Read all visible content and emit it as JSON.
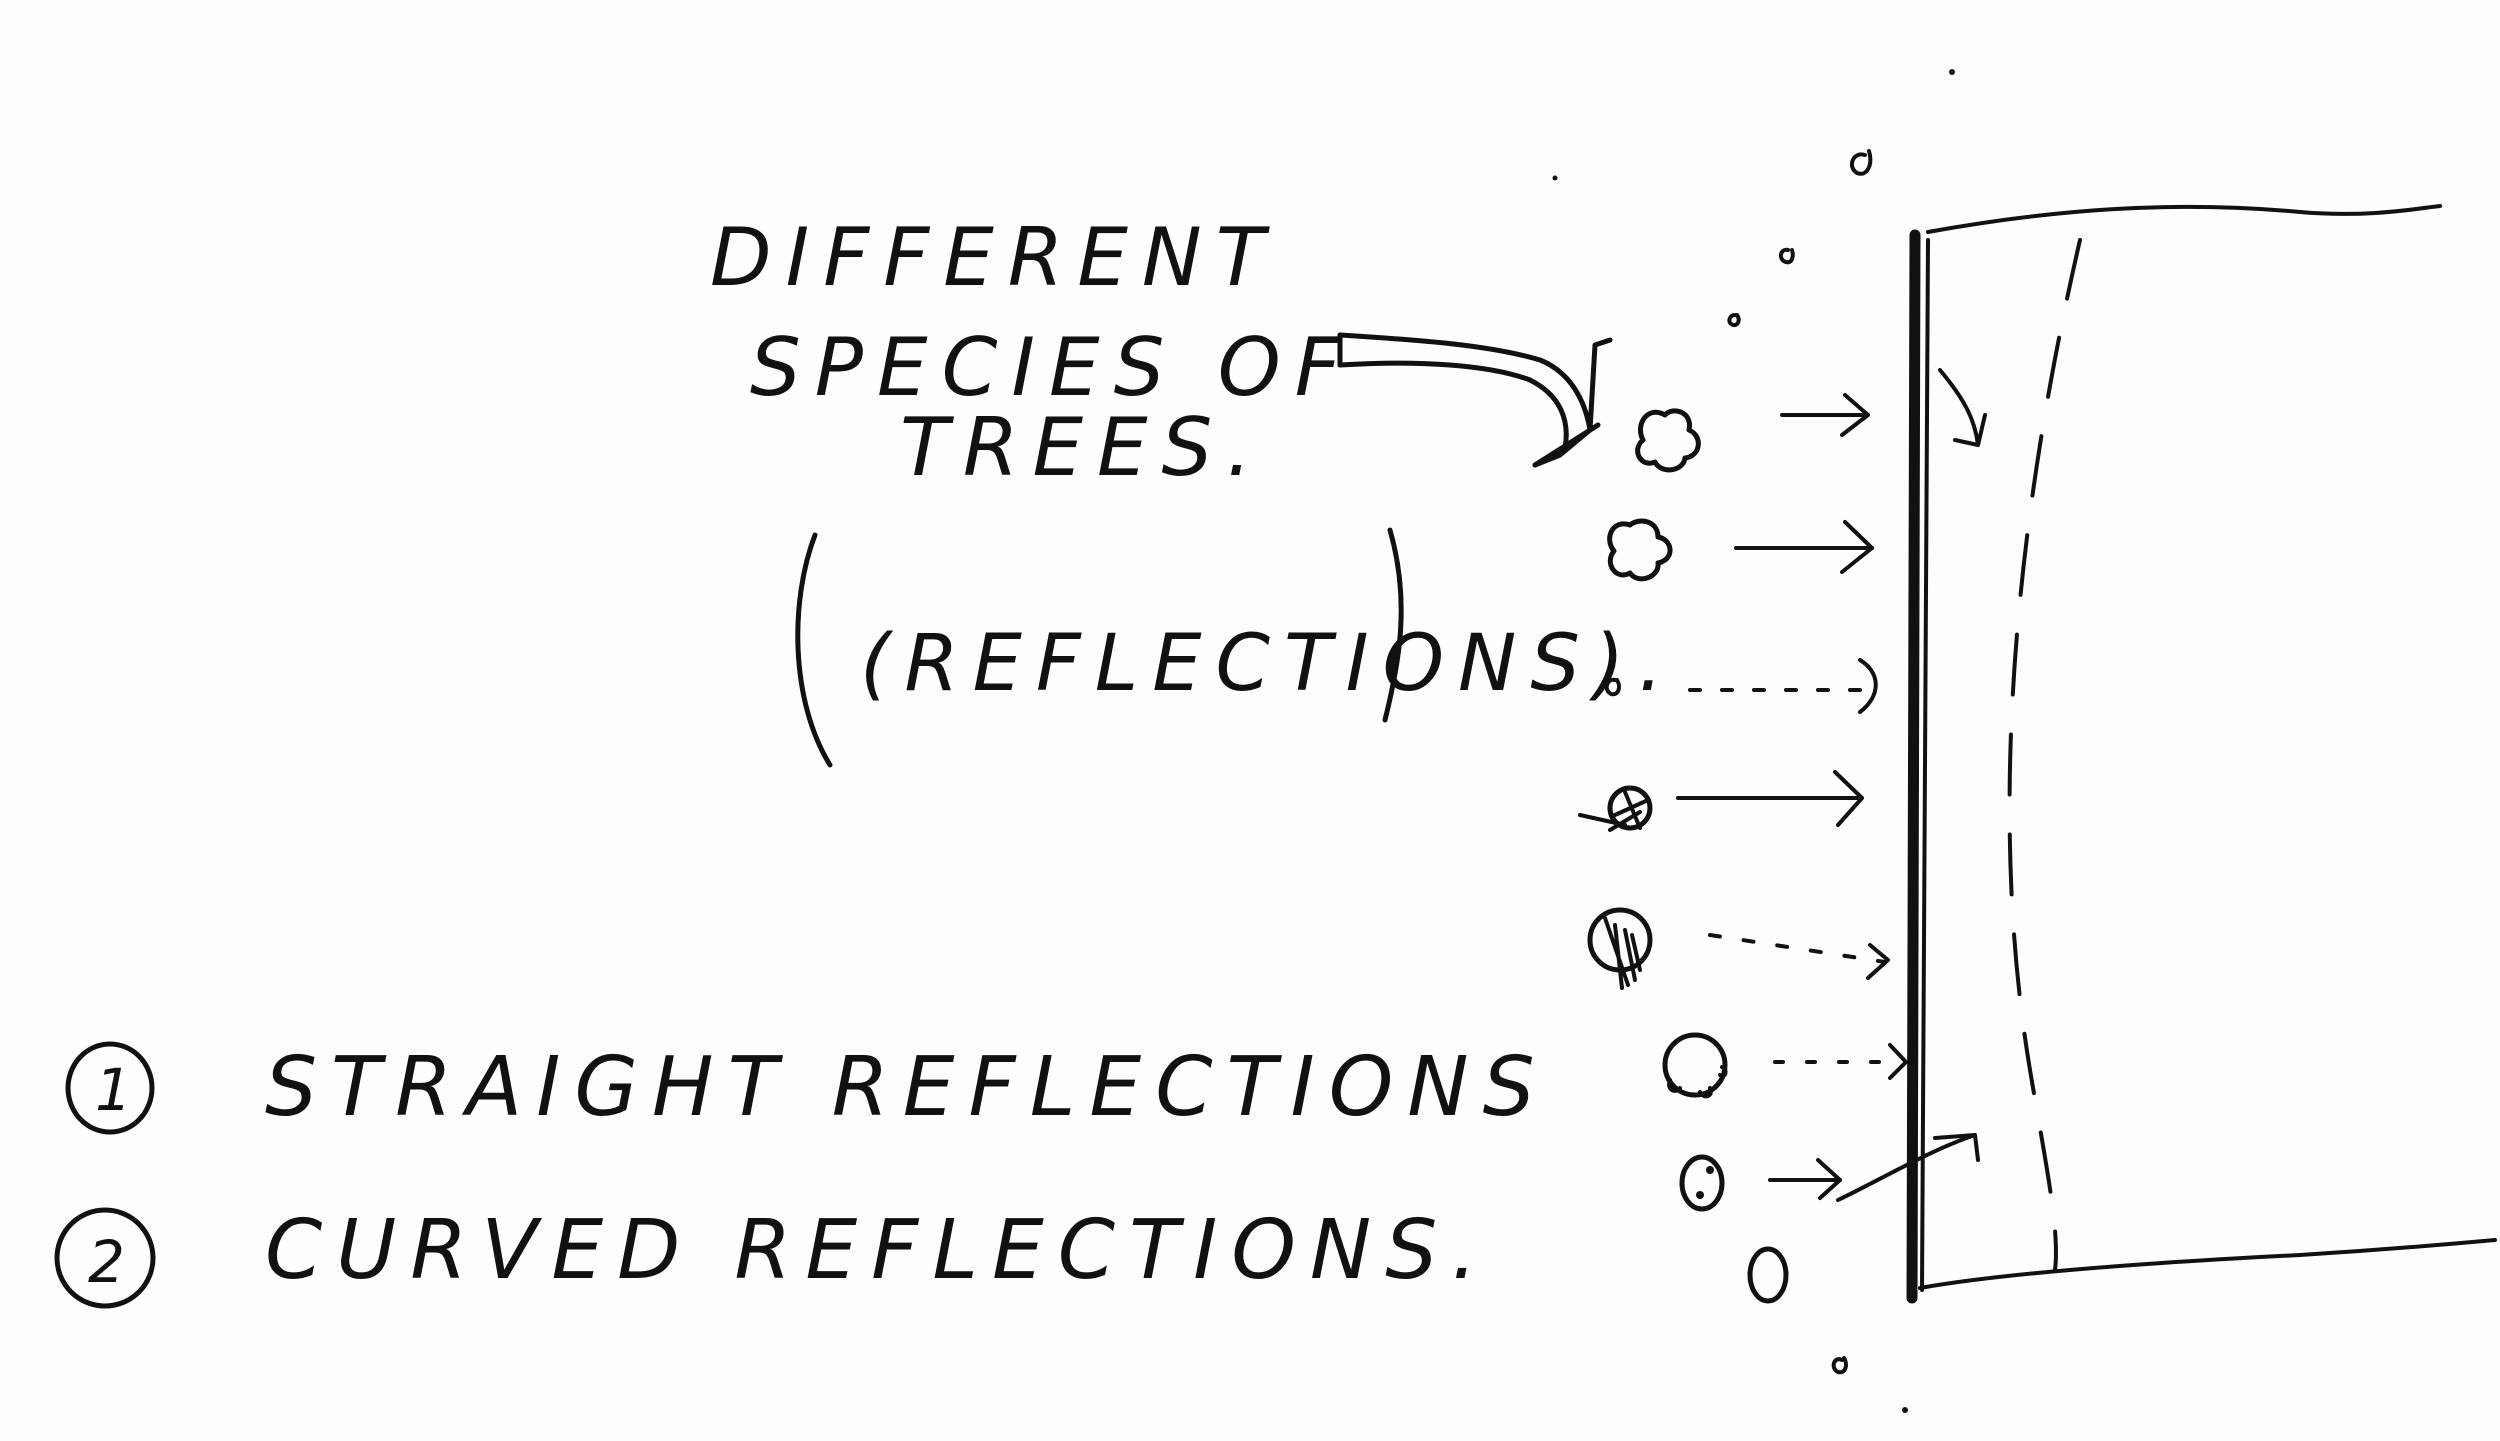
{
  "annotation": {
    "line1": "DIFFERENT",
    "line2": "SPECIES OF",
    "line3": "TREES."
  },
  "note": "(REFLECTIONS).",
  "options": [
    {
      "number": "1",
      "label": "STRAIGHT REFLECTIONS"
    },
    {
      "number": "2",
      "label": "CURVED REFLECTIONS."
    }
  ],
  "colors": {
    "ink": "#111111",
    "paper": "#fdfdfd"
  }
}
